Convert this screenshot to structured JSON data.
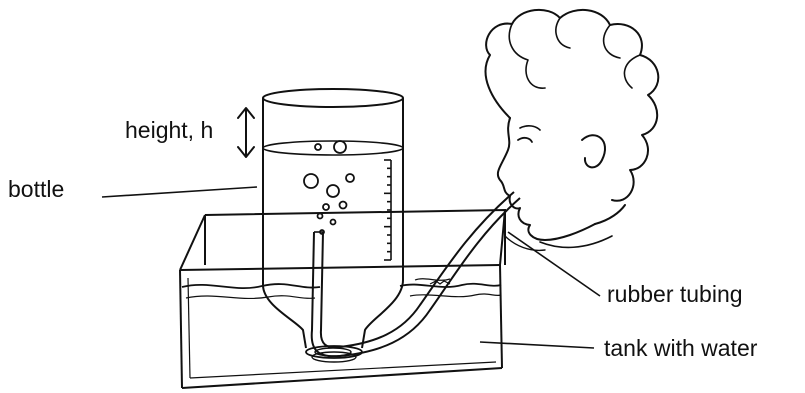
{
  "labels": {
    "height": "height, h",
    "bottle": "bottle",
    "tubing": "rubber tubing",
    "tank": "tank with water"
  },
  "ruler_ticks": 13,
  "colors": {
    "ink": "#111111",
    "background": "#ffffff"
  }
}
